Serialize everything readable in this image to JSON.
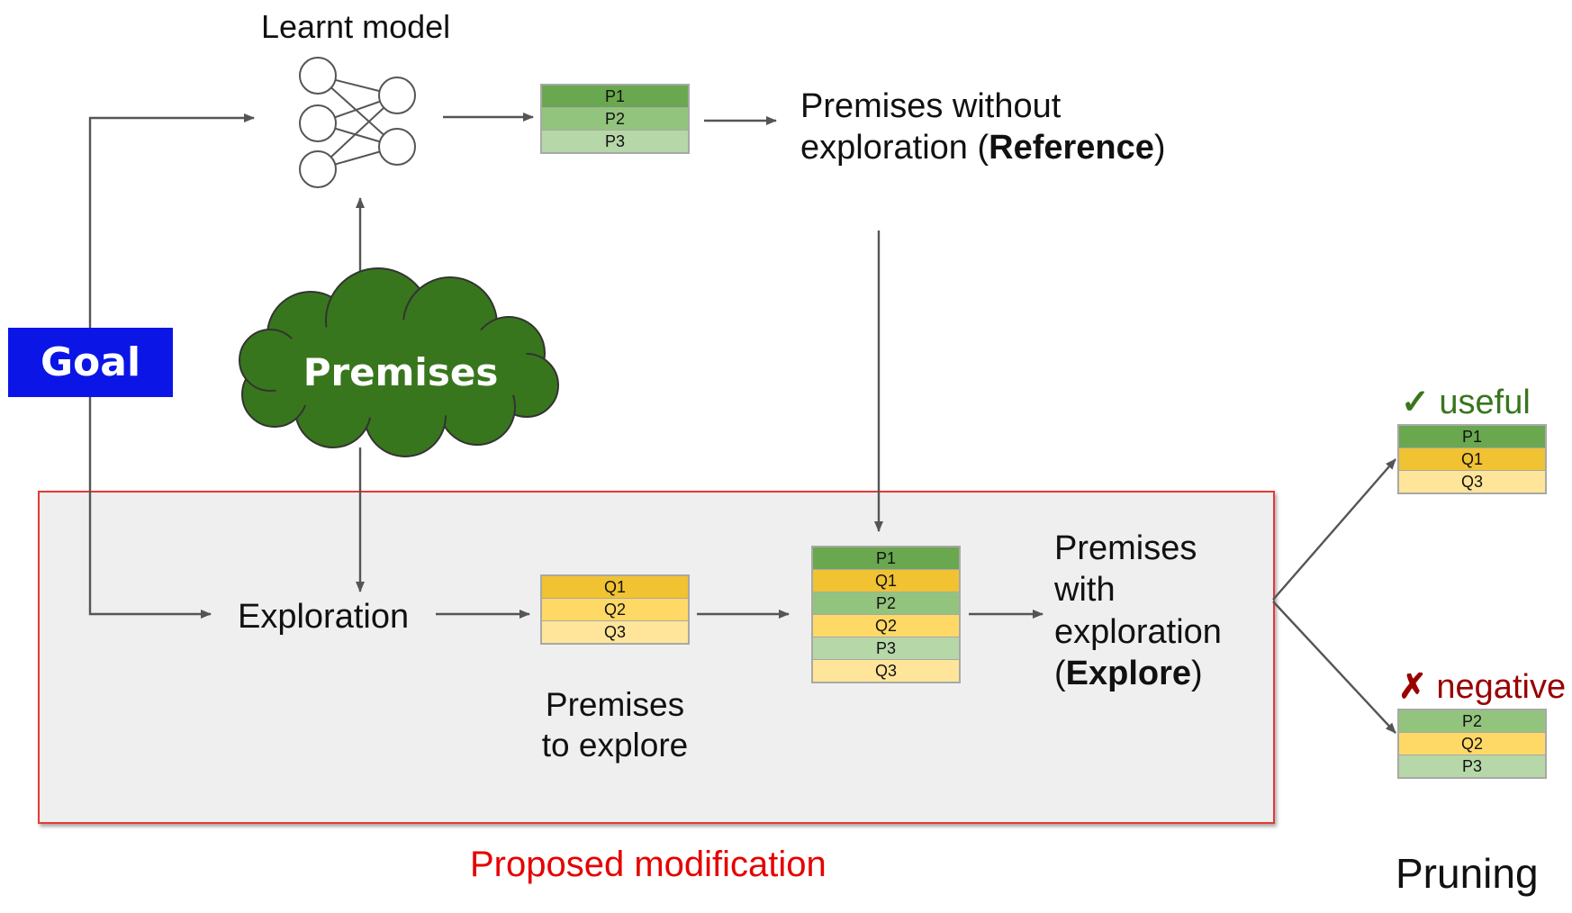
{
  "nodes": {
    "goal": "Goal",
    "premises": "Premises",
    "learnt_model": "Learnt model",
    "exploration": "Exploration"
  },
  "labels": {
    "reference_line1": "Premises without",
    "reference_line2_prefix": "exploration (",
    "reference_bold": "Reference",
    "reference_suffix": ")",
    "to_explore_line1": "Premises",
    "to_explore_line2": "to explore",
    "explore_line1": "Premises",
    "explore_line2": "with",
    "explore_line3": "exploration",
    "explore_line4_prefix": "(",
    "explore_bold": "Explore",
    "explore_suffix": ")",
    "useful_mark": "✓",
    "useful": "useful",
    "negative_mark": "✗",
    "negative": "negative",
    "proposed": "Proposed modification",
    "pruning": "Pruning"
  },
  "stacks": {
    "reference": [
      "P1",
      "P2",
      "P3"
    ],
    "to_explore": [
      "Q1",
      "Q2",
      "Q3"
    ],
    "explore": [
      "P1",
      "Q1",
      "P2",
      "Q2",
      "P3",
      "Q3"
    ],
    "useful": [
      "P1",
      "Q1",
      "Q3"
    ],
    "negative": [
      "P2",
      "Q2",
      "P3"
    ]
  },
  "colors": {
    "goal": "#0b16e6",
    "premises_cloud": "#38761d",
    "region_border": "#e53935",
    "region_fill": "#efefef",
    "useful": "#38761d",
    "negative": "#990000",
    "proposed": "#e60000",
    "P1": "#6aa84f",
    "P2": "#93c47d",
    "P3": "#b6d7a8",
    "Q1": "#f1c232",
    "Q2": "#ffd966",
    "Q3": "#ffe599"
  }
}
